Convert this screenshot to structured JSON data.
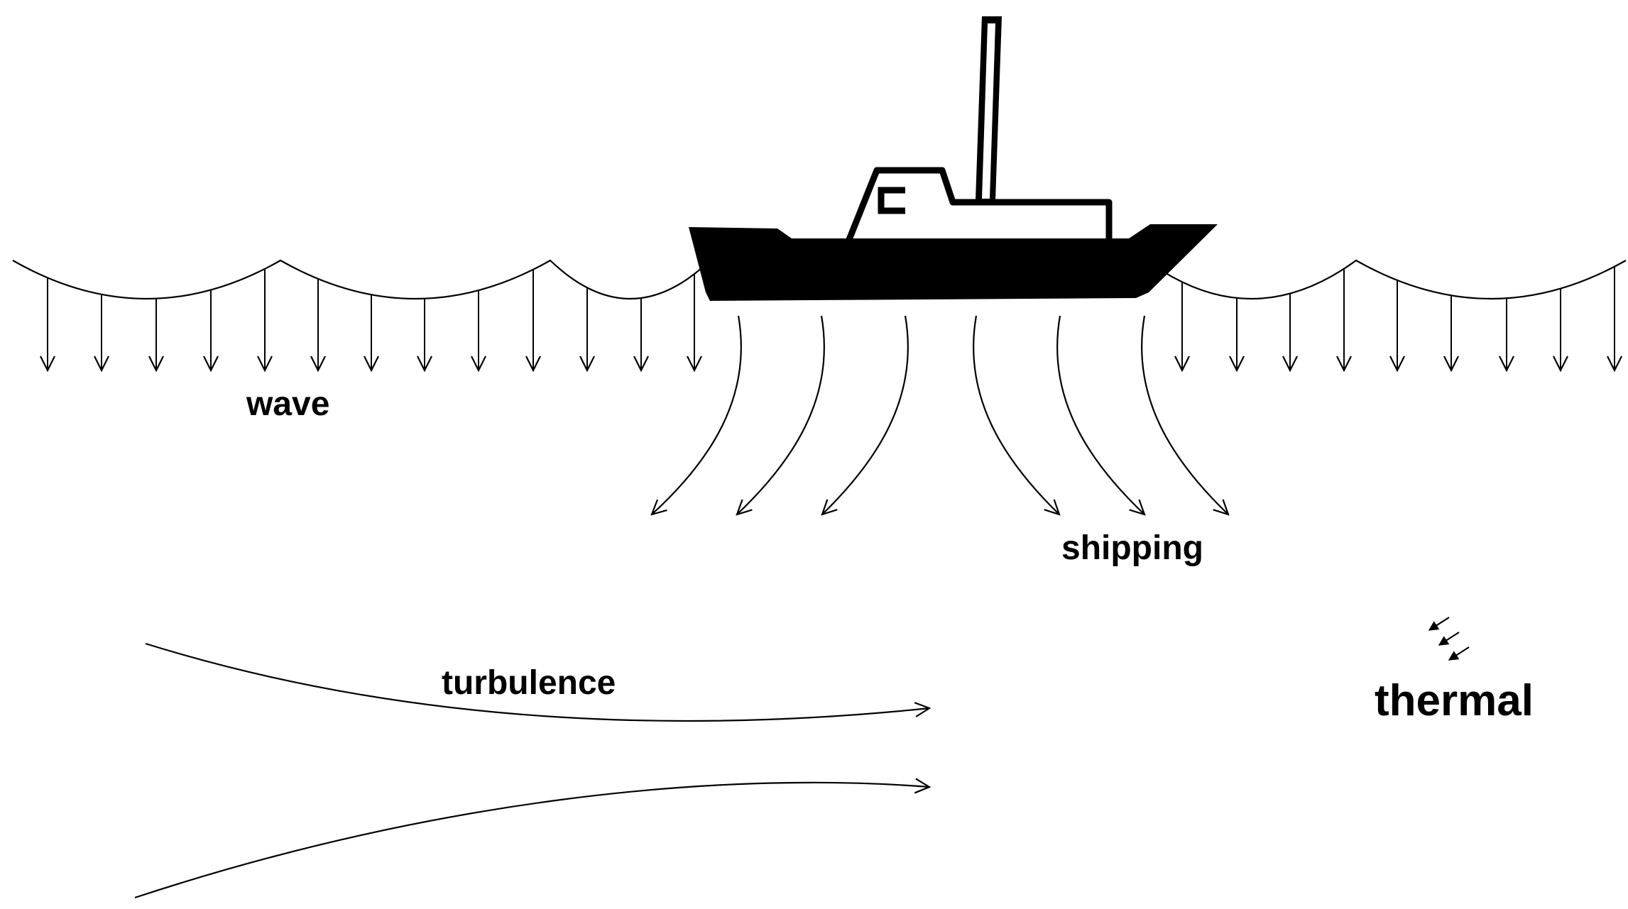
{
  "labels": {
    "wave": "wave",
    "shipping": "shipping",
    "turbulence": "turbulence",
    "thermal": "thermal"
  },
  "colors": {
    "ink": "#000000",
    "background": "#ffffff"
  }
}
